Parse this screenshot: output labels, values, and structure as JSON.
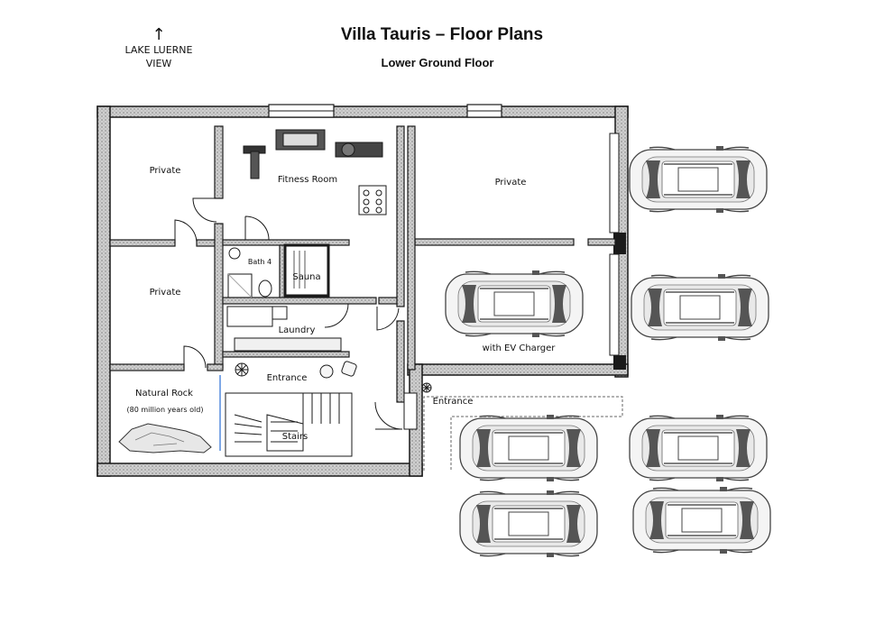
{
  "header": {
    "title": "Villa Tauris – Floor Plans",
    "subtitle": "Lower Ground Floor"
  },
  "compass": {
    "line1": "LAKE LUERNE",
    "line2": "VIEW",
    "arrow_icon": "up-arrow-icon"
  },
  "rooms": {
    "private_top_left": "Private",
    "private_mid_left": "Private",
    "natural_rock": "Natural Rock",
    "natural_rock_note": "(80 million years old)",
    "fitness_room": "Fitness Room",
    "bath": "Bath 4",
    "sauna": "Sauna",
    "laundry": "Laundry",
    "entrance_inner": "Entrance",
    "stairs": "Stairs",
    "private_right": "Private",
    "garage": "with EV Charger",
    "entrance_outer": "Entrance"
  },
  "colors": {
    "wall": "#1a1a1a",
    "wall_fill": "#bdbdbd",
    "car_body": "#e6e6e6",
    "line": "#333333"
  }
}
